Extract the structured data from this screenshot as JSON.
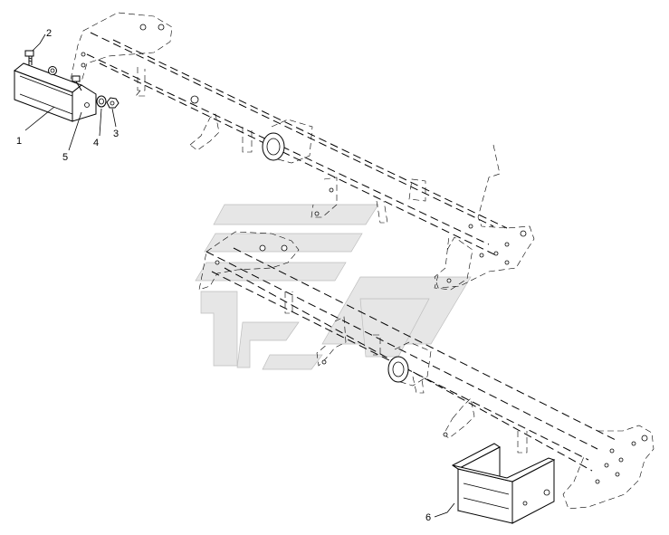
{
  "diagram": {
    "callouts": [
      {
        "id": "c1",
        "label": "1"
      },
      {
        "id": "c2",
        "label": "2"
      },
      {
        "id": "c3",
        "label": "3"
      },
      {
        "id": "c4",
        "label": "4"
      },
      {
        "id": "c5",
        "label": "5"
      },
      {
        "id": "c6",
        "label": "6"
      }
    ]
  },
  "colors": {
    "line": "#000000",
    "background": "#ffffff",
    "watermark": "#e6e6e6"
  }
}
